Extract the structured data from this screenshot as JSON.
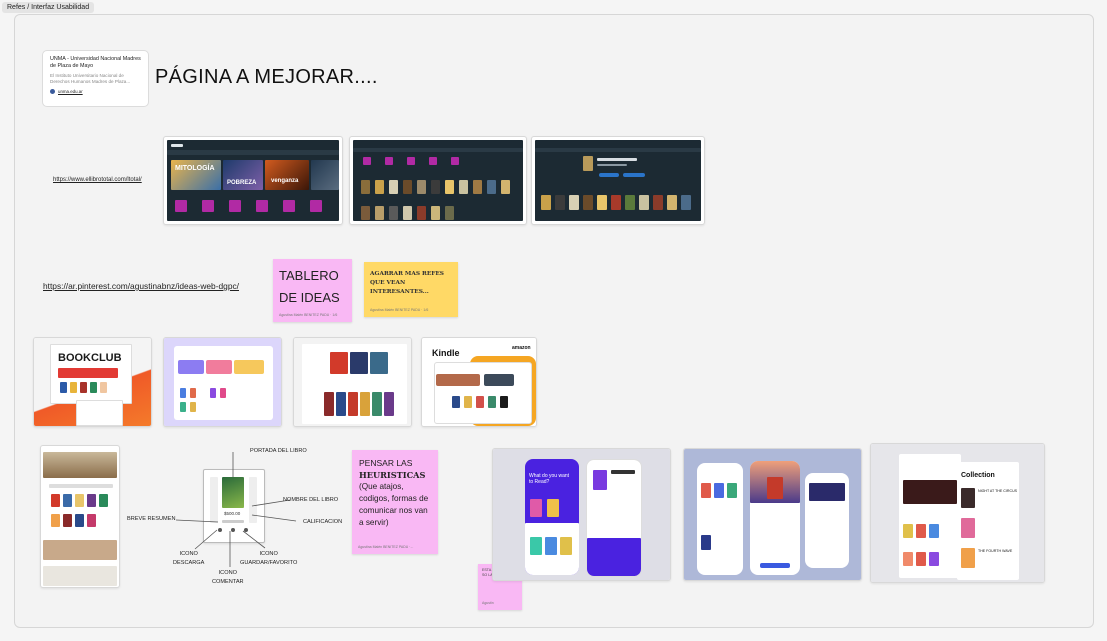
{
  "frame": {
    "title": "Refes / Interfaz Usabilidad"
  },
  "link_card": {
    "title": "UNMA - Universidad Nacional Madres de Plaza de Mayo",
    "description": "El Instituto Universitario Nacional de Derechos Humanos Madres de Plaza...",
    "domain": "unma.edu.ar"
  },
  "heading": "PÁGINA A MEJORAR....",
  "links": {
    "ellibrototal": "https://www.ellibrototal.com/ltotal/",
    "pinterest": "https://ar.pinterest.com/agustinabnz/ideas-web-dgpc/"
  },
  "ellibro_screens": {
    "banners": [
      "MITOLOGÍA",
      "POBREZA",
      "venganza"
    ]
  },
  "stickies": {
    "tablero": {
      "text": "TABLERO DE IDEAS",
      "author": "Agustina Malén BENITEZ PADU · 1/6"
    },
    "agarrar": {
      "text": "AGARRAR MAS REFES QUE VEAN INTERESANTES...",
      "author": "Agustina Malén BENITEZ PADU · 1/6"
    },
    "pensar": {
      "line1": "PENSAR LAS",
      "line2": "HEURISTICAS",
      "line3": "(Que atajos, codigos, formas de comunicar nos van a servir)",
      "author": "Agustina Malén BENITEZ PADU ·..."
    },
    "esta": {
      "text": "ESTA ADAPTANDOTA SO LA OTRA HOJA",
      "author": "Agustin"
    }
  },
  "refs": {
    "bookclub": "BOOKCLUB",
    "kindle": "Kindle",
    "amazon": "amazon",
    "mobile_what": "What do you want to Read?",
    "collection": "Collection",
    "collection_book": "NIGHT AT THE CIRCUS",
    "collection_book2": "THE FOURTH WAVE"
  },
  "annotations": {
    "portada": "PORTADA DEL LIBRO",
    "nombre": "NOMBRE DEL LIBRO",
    "calificacion": "CALIFICACION",
    "resumen": "BREVE RESUMEN",
    "descarga": "ICONO\nDESCARGA",
    "comentar": "ICONO\nCOMENTAR",
    "guardar": "ICONO\nGUARDAR/FAVORITO",
    "price": "$500.00"
  },
  "colors": {
    "pink_sticky": "#f9b8f4",
    "yellow_sticky": "#ffd966",
    "dark_bg": "#1c2a33",
    "purple": "#4a22e0"
  }
}
